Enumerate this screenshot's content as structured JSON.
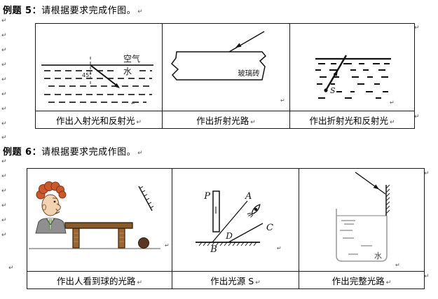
{
  "glyphs": {
    "pilcrow": "↵"
  },
  "colors": {
    "hair": "#c85a2e",
    "skin": "#f2d2b0",
    "suit": "#8f8f8f",
    "tie": "#a8c890",
    "wood": "#8a5a2b",
    "wood_leg": "#9a6632",
    "ball": "#5a3722",
    "ground": "#aaaaaa",
    "beaker": "#999999",
    "ink": "#111111"
  },
  "example5": {
    "label": "例题 5：",
    "instruction": "请根据要求完成作图。",
    "captions": [
      "作出入射光和反射光",
      "作出折射光路",
      "作出折射光和反射光"
    ],
    "air_water": {
      "air": "空气",
      "water": "水",
      "angle": "45°"
    },
    "glass": {
      "label": "玻璃砖"
    },
    "underwater_source": {
      "label": "S"
    }
  },
  "example6": {
    "label": "例题 6：",
    "instruction": "请根据要求完成作图。",
    "captions": [
      "作出人看到球的光路",
      "作出光源 S",
      "作出完整光路"
    ],
    "screen_rays": {
      "p": "P",
      "a": "A",
      "b": "B",
      "c": "C",
      "d": "D"
    },
    "beaker": {
      "water": "水"
    }
  }
}
